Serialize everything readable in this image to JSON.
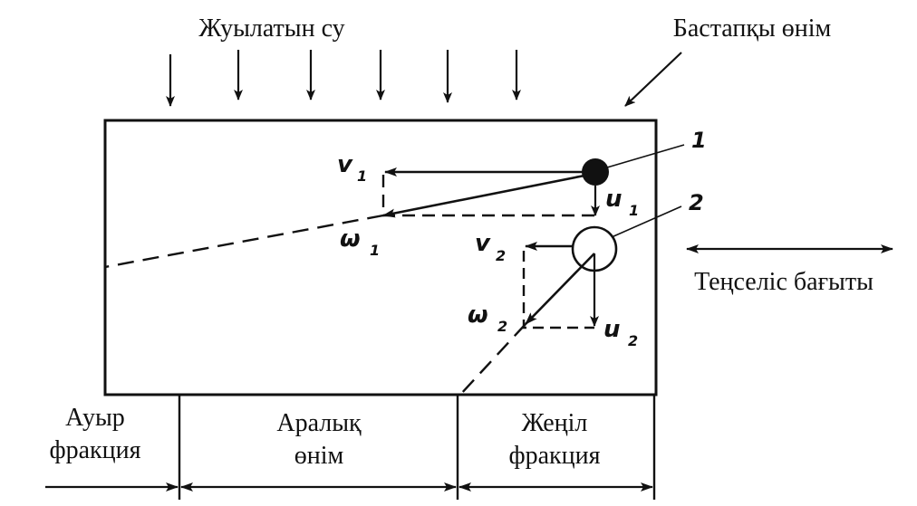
{
  "labels": {
    "wash_water": "Жуылатын су",
    "initial_product": "Бастапқы өнім",
    "oscillation_direction": "Теңселіс бағыты",
    "heavy_fraction_line1": "Ауыр",
    "heavy_fraction_line2": "фракция",
    "middling_line1": "Аралық",
    "middling_line2": "өнім",
    "light_fraction_line1": "Жеңіл",
    "light_fraction_line2": "фракция"
  },
  "particles": {
    "p1": {
      "number": "1",
      "v": "v",
      "v_sub": "1",
      "u": "u",
      "u_sub": "1",
      "w": "ω",
      "w_sub": "1"
    },
    "p2": {
      "number": "2",
      "v": "v",
      "v_sub": "2",
      "u": "u",
      "u_sub": "2",
      "w": "ω",
      "w_sub": "2"
    }
  }
}
